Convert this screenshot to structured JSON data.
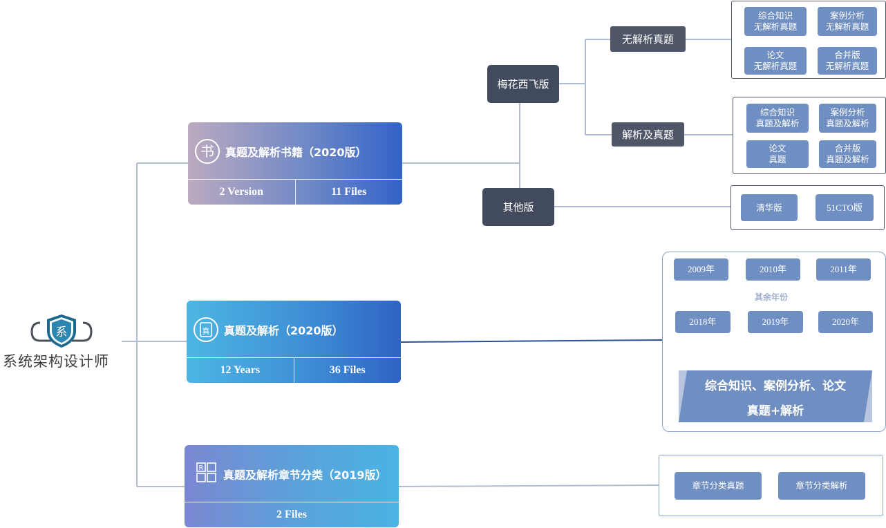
{
  "root": {
    "label": "系统架构设计师",
    "logo_icon": "shield-logo-icon",
    "logo_char": "系"
  },
  "book": {
    "title": "真题及解析书籍（2020版）",
    "icon": "book-icon",
    "icon_char": "书",
    "stats": [
      "2 Version",
      "11 Files"
    ],
    "meihua": {
      "label": "梅花西飞版",
      "no_analysis": {
        "label": "无解析真题",
        "items": [
          [
            "综合知识",
            "无解析真题"
          ],
          [
            "案例分析",
            "无解析真题"
          ],
          [
            "论文",
            "无解析真题"
          ],
          [
            "合并版",
            "无解析真题"
          ]
        ]
      },
      "with_analysis": {
        "label": "解析及真题",
        "items": [
          [
            "综合知识",
            "真题及解析"
          ],
          [
            "案例分析",
            "真题及解析"
          ],
          [
            "论文",
            "真题"
          ],
          [
            "合并版",
            "真题及解析"
          ]
        ]
      }
    },
    "other": {
      "label": "其他版",
      "items": [
        "清华版",
        "51CTO版"
      ]
    }
  },
  "exam": {
    "title": "真题及解析（2020版）",
    "icon": "document-icon",
    "icon_char": "真",
    "stats": [
      "12 Years",
      "36 Files"
    ],
    "years_top": [
      "2009年",
      "2010年",
      "2011年"
    ],
    "other_years": "其余年份",
    "years_bottom": [
      "2018年",
      "2019年",
      "2020年"
    ],
    "banner": [
      "综合知识、案例分析、论文",
      "真题+解析"
    ]
  },
  "chapter": {
    "title": "真题及解析章节分类（2019版）",
    "icon": "grid-icon",
    "icon_char": "R",
    "stats": [
      "2 Files"
    ],
    "items": [
      "章节分类真题",
      "章节分类解析"
    ]
  },
  "colors": {
    "dark_node": "#424a5e",
    "chip": "#6f8fc3",
    "line": "#aebbd0",
    "accent_line": "#2a4f94"
  }
}
